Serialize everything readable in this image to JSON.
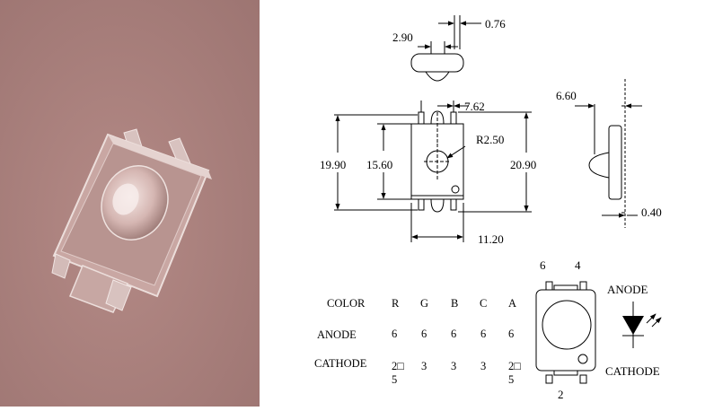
{
  "dimensions": {
    "top_width": "2.90",
    "top_gap": "0.76",
    "pin_pitch": "7.62",
    "radius": "R2.50",
    "height_outer": "19.90",
    "height_inner": "15.60",
    "height_total": "20.90",
    "width": "11.20",
    "side_depth": "6.60",
    "side_lead": "0.40"
  },
  "pins": {
    "top_left": "6",
    "top_right": "4",
    "bottom": "2"
  },
  "symbol": {
    "anode": "ANODE",
    "cathode": "CATHODE"
  },
  "table": {
    "row_labels": [
      "COLOR",
      "ANODE",
      "CATHODE"
    ],
    "columns": [
      "R",
      "G",
      "B",
      "C",
      "A"
    ],
    "anode_values": [
      "6",
      "6",
      "6",
      "6",
      "6"
    ],
    "cathode_values": [
      "2□\n5",
      "3",
      "3",
      "3",
      "2□\n5"
    ]
  },
  "colors": {
    "photo_bg": "#b0837f",
    "photo_dark": "#8f6a66"
  }
}
